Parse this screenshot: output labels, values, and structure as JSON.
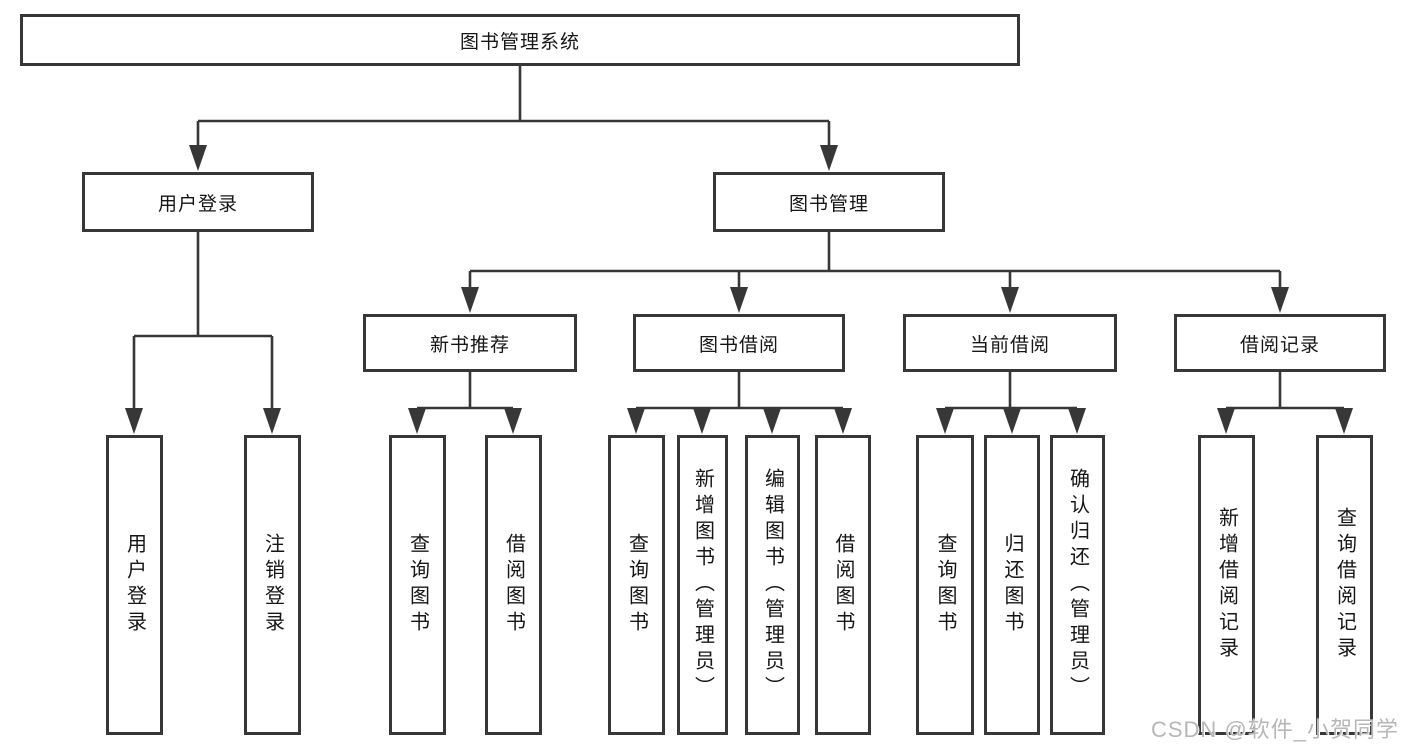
{
  "tree": {
    "root": {
      "label": "图书管理系统"
    },
    "branches": [
      {
        "label": "用户登录",
        "children": [
          {
            "label": "用户登录"
          },
          {
            "label": "注销登录"
          }
        ]
      },
      {
        "label": "图书管理",
        "children": [
          {
            "label": "新书推荐",
            "children": [
              {
                "label": "查询图书"
              },
              {
                "label": "借阅图书"
              }
            ]
          },
          {
            "label": "图书借阅",
            "children": [
              {
                "label": "查询图书"
              },
              {
                "label": "新增图书（管理员）"
              },
              {
                "label": "编辑图书（管理员）"
              },
              {
                "label": "借阅图书"
              }
            ]
          },
          {
            "label": "当前借阅",
            "children": [
              {
                "label": "查询图书"
              },
              {
                "label": "归还图书"
              },
              {
                "label": "确认归还（管理员）"
              }
            ]
          },
          {
            "label": "借阅记录",
            "children": [
              {
                "label": "新增借阅记录"
              },
              {
                "label": "查询借阅记录"
              }
            ]
          }
        ]
      }
    ]
  },
  "watermark": {
    "text": "CSDN @软件_小贺同学"
  },
  "colors": {
    "line": "#373737",
    "box_border": "#373737",
    "box_fill": "#ffffff",
    "text": "#161616",
    "watermark": "#b7b7b7"
  }
}
